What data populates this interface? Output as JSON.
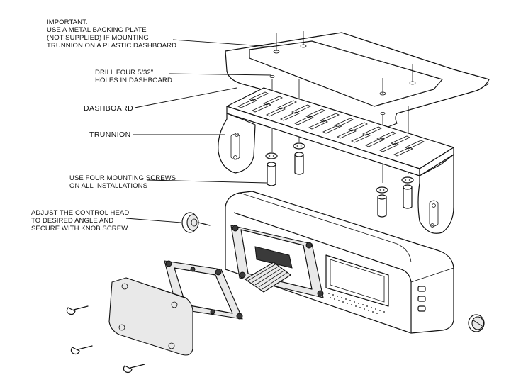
{
  "callouts": {
    "important": "IMPORTANT:\nUSE A METAL BACKING PLATE\n(NOT SUPPLIED) IF MOUNTING\nTRUNNION ON A PLASTIC DASHBOARD",
    "drill": "DRILL FOUR 5/32\"\nHOLES IN DASHBOARD",
    "dashboard": "DASHBOARD",
    "trunnion": "TRUNNION",
    "screws": "USE FOUR MOUNTING SCREWS\nON ALL INSTALLATIONS",
    "adjust": "ADJUST THE CONTROL HEAD\nTO DESIRED ANGLE AND\nSECURE WITH KNOB SCREW"
  },
  "icons": {
    "backing_plate": "backing-plate-icon",
    "dashboard": "dashboard-panel-icon",
    "trunnion": "trunnion-bracket-icon",
    "screw": "mounting-screw-icon",
    "knob": "knob-screw-icon",
    "control_head": "control-head-icon"
  }
}
